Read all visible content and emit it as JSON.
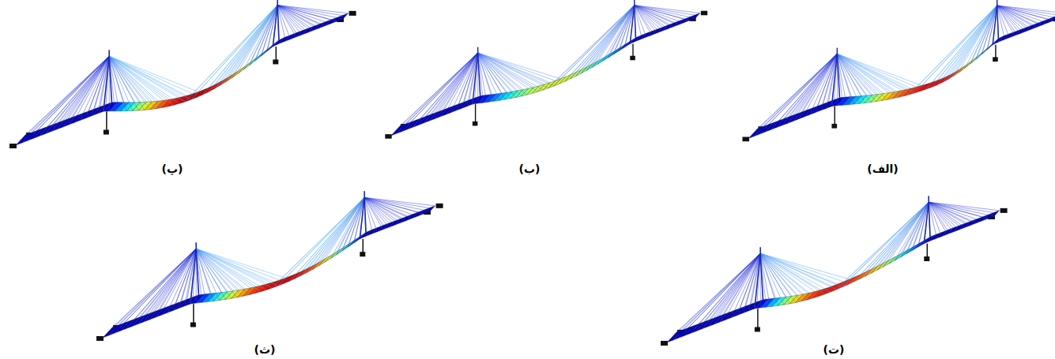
{
  "diagram": {
    "labels": [
      "(الف)",
      "(ب)",
      "(پ)",
      "(ت)",
      "(ث)"
    ]
  }
}
